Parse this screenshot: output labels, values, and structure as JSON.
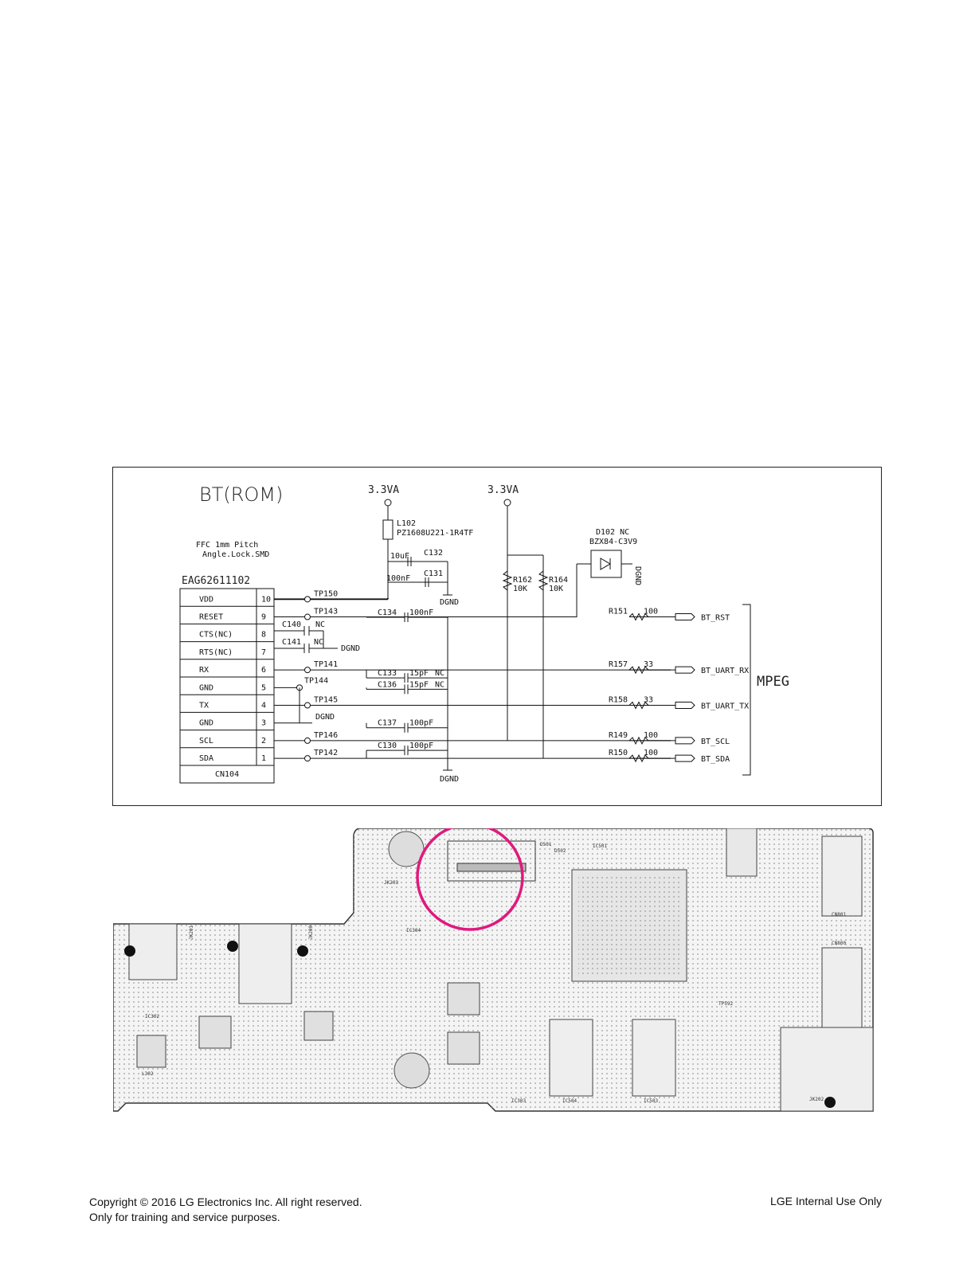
{
  "schematic": {
    "title": "BT(ROM)",
    "power_rails": [
      "3.3VA",
      "3.3VA"
    ],
    "connector": {
      "note_line1": "FFC 1mm Pitch",
      "note_line2": "Angle.Lock.SMD",
      "part_number": "EAG62611102",
      "ref": "CN104",
      "pins": [
        {
          "name": "VDD",
          "num": "10"
        },
        {
          "name": "RESET",
          "num": "9"
        },
        {
          "name": "CTS(NC)",
          "num": "8"
        },
        {
          "name": "RTS(NC)",
          "num": "7"
        },
        {
          "name": "RX",
          "num": "6"
        },
        {
          "name": "GND",
          "num": "5"
        },
        {
          "name": "TX",
          "num": "4"
        },
        {
          "name": "GND",
          "num": "3"
        },
        {
          "name": "SCL",
          "num": "2"
        },
        {
          "name": "SDA",
          "num": "1"
        }
      ]
    },
    "test_points": [
      "TP150",
      "TP143",
      "TP141",
      "TP144",
      "TP145",
      "TP146",
      "TP142"
    ],
    "inductor": {
      "ref": "L102",
      "part": "PZ1608U221-1R4TF"
    },
    "caps_top": [
      {
        "value": "10uF",
        "ref": "C132"
      },
      {
        "value": "100nF",
        "ref": "C131"
      }
    ],
    "caps_nc": [
      {
        "ref": "C140",
        "value": "NC"
      },
      {
        "ref": "C141",
        "value": "NC"
      }
    ],
    "caps_lines": [
      {
        "ref": "C134",
        "value": "100nF",
        "nc": ""
      },
      {
        "ref": "C133",
        "value": "15pF",
        "nc": "NC"
      },
      {
        "ref": "C136",
        "value": "15pF",
        "nc": "NC"
      },
      {
        "ref": "C137",
        "value": "100pF",
        "nc": ""
      },
      {
        "ref": "C130",
        "value": "100pF",
        "nc": ""
      }
    ],
    "pullups": [
      {
        "ref": "R162",
        "value": "10K"
      },
      {
        "ref": "R164",
        "value": "10K"
      }
    ],
    "diode": {
      "ref": "D102 NC",
      "part": "BZX84-C3V9"
    },
    "series_resistors": [
      {
        "ref": "R151",
        "value": "100",
        "net": "BT_RST"
      },
      {
        "ref": "R157",
        "value": "33",
        "net": "BT_UART_RX"
      },
      {
        "ref": "R158",
        "value": "33",
        "net": "BT_UART_TX"
      },
      {
        "ref": "R149",
        "value": "100",
        "net": "BT_SCL"
      },
      {
        "ref": "R150",
        "value": "100",
        "net": "BT_SDA"
      }
    ],
    "ground": "DGND",
    "bus_label": "MPEG"
  },
  "pcb": {
    "labels": [
      "JK203",
      "JK201",
      "JK200",
      "JK202",
      "CN801",
      "CN800",
      "IC501",
      "IC504",
      "IC503",
      "IC302",
      "IC303",
      "IC304",
      "L302",
      "D501",
      "D502",
      "TP592"
    ],
    "highlight_color": "#e0197d"
  },
  "footer": {
    "copyright": "Copyright © 2016 LG Electronics Inc. All right reserved.",
    "purpose": "Only for training and service purposes.",
    "classification": "LGE Internal Use Only"
  }
}
